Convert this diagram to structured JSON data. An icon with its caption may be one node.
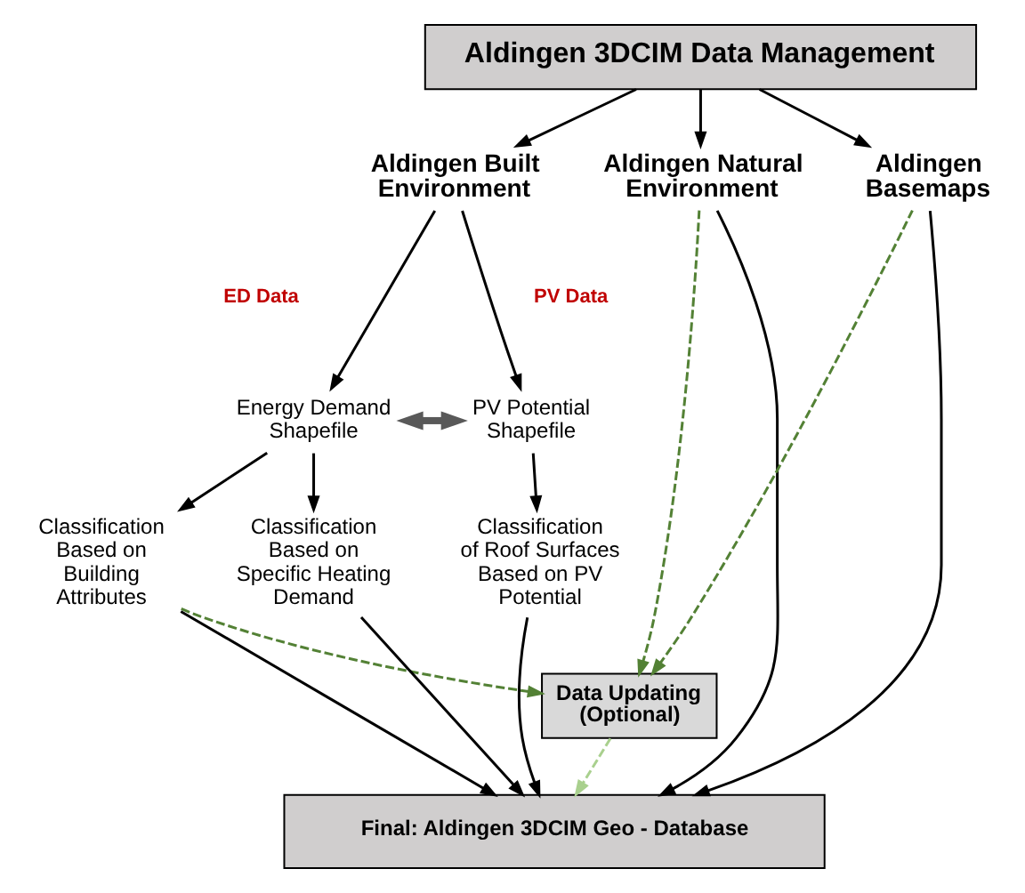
{
  "diagram": {
    "nodes": [
      {
        "text": [
          "Aldingen 3DCIM Data Management"
        ]
      },
      {
        "text": [
          "Aldingen Built Environment"
        ]
      },
      {
        "text": [
          "Aldingen Natural Environment"
        ]
      },
      {
        "text": [
          "Aldingen Basemaps"
        ]
      },
      {
        "text": [
          "Energy Demand Shapefile"
        ]
      },
      {
        "text": [
          "PV Potential Shapefile"
        ]
      },
      {
        "text": [
          "Classification Based on Building Attributes"
        ]
      },
      {
        "text": [
          "Classification Based on Specific Heating Demand"
        ]
      },
      {
        "text": [
          "Classification of Roof Surfaces Based on PV Potential"
        ]
      },
      {
        "text": [
          "Data Updating (Optional)"
        ]
      },
      {
        "text": [
          "Final: Aldingen 3DCIM Geo - Database"
        ]
      }
    ],
    "edges": [
      {
        "from": 0,
        "to": 1,
        "arrow": "to"
      },
      {
        "from": 0,
        "to": 2,
        "arrow": "to"
      },
      {
        "from": 0,
        "to": 3,
        "arrow": "to"
      },
      {
        "from": 1,
        "to": 4,
        "arrow": "to"
      },
      {
        "from": 1,
        "to": 5,
        "arrow": "to"
      },
      {
        "from": 4,
        "to": 5,
        "arrow": "both",
        "style": "thick",
        "color": "#595959"
      },
      {
        "from": 4,
        "to": 6,
        "arrow": "to"
      },
      {
        "from": 4,
        "to": 7,
        "arrow": "to"
      },
      {
        "from": 5,
        "to": 8,
        "arrow": "to"
      },
      {
        "from": 6,
        "to": 10,
        "arrow": "to"
      },
      {
        "from": 7,
        "to": 10,
        "arrow": "to"
      },
      {
        "from": 8,
        "to": 10,
        "arrow": "to"
      },
      {
        "from": 6,
        "to": 9,
        "arrow": "to",
        "style": "dashed",
        "color": "#538135"
      },
      {
        "from": 2,
        "to": 9,
        "arrow": "to",
        "style": "dashed",
        "color": "#538135"
      },
      {
        "from": 2,
        "to": 10,
        "arrow": "to"
      },
      {
        "from": 3,
        "to": 9,
        "arrow": "to",
        "style": "dashed",
        "color": "#538135"
      },
      {
        "from": 3,
        "to": 10,
        "arrow": "to"
      },
      {
        "from": 9,
        "to": 10,
        "arrow": "to",
        "style": "dashed",
        "color": "#a9d08e"
      }
    ],
    "labels": [
      "ED Data",
      "PV Data"
    ]
  }
}
